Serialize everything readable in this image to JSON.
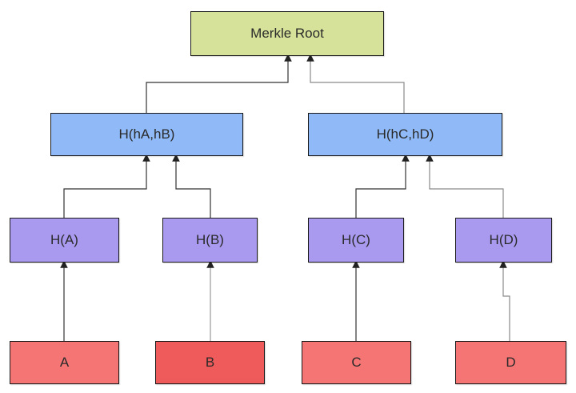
{
  "nodes": {
    "root": "Merkle Root",
    "hab": "H(hA,hB)",
    "hcd": "H(hC,hD)",
    "ha": "H(A)",
    "hb": "H(B)",
    "hc": "H(C)",
    "hd": "H(D)",
    "a": "A",
    "b": "B",
    "c": "C",
    "d": "D"
  },
  "colors": {
    "root_fill": "#d6e29a",
    "middle_fill": "#8fbaf7",
    "hash_fill": "#a99af0",
    "leaf_fill": "#f57575",
    "edge": "#333333"
  }
}
